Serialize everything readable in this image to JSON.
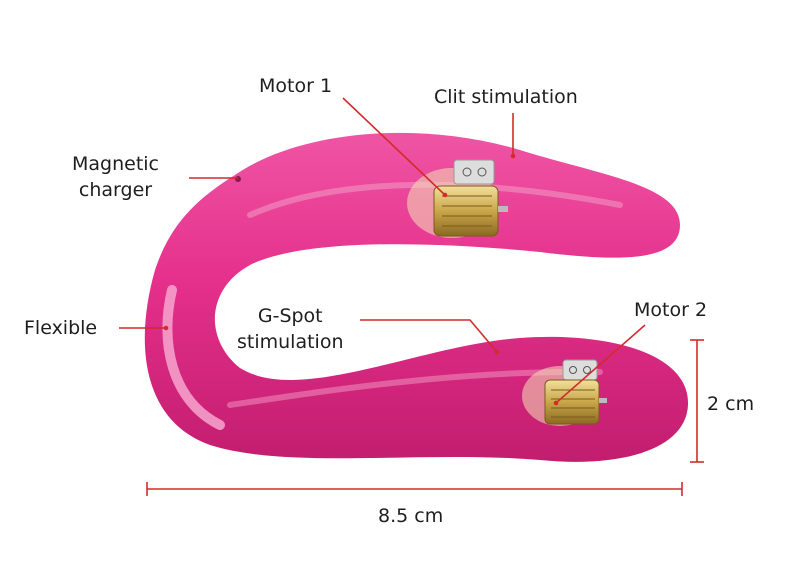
{
  "labels": {
    "motor1": "Motor 1",
    "clit_stimulation": "Clit stimulation",
    "magnetic_charger_line1": "Magnetic",
    "magnetic_charger_line2": "charger",
    "flexible": "Flexible",
    "gspot_line1": "G-Spot",
    "gspot_line2": "stimulation",
    "motor2": "Motor 2",
    "width": "2 cm",
    "length": "8.5 cm"
  },
  "colors": {
    "body_pink": "#e5308c",
    "highlight_pink": "#f7a6cf",
    "shadow_pink": "#c21d6e",
    "leader_red": "#d22b2b",
    "motor_gold": "#c9a64a",
    "text": "#1e1e1e"
  }
}
